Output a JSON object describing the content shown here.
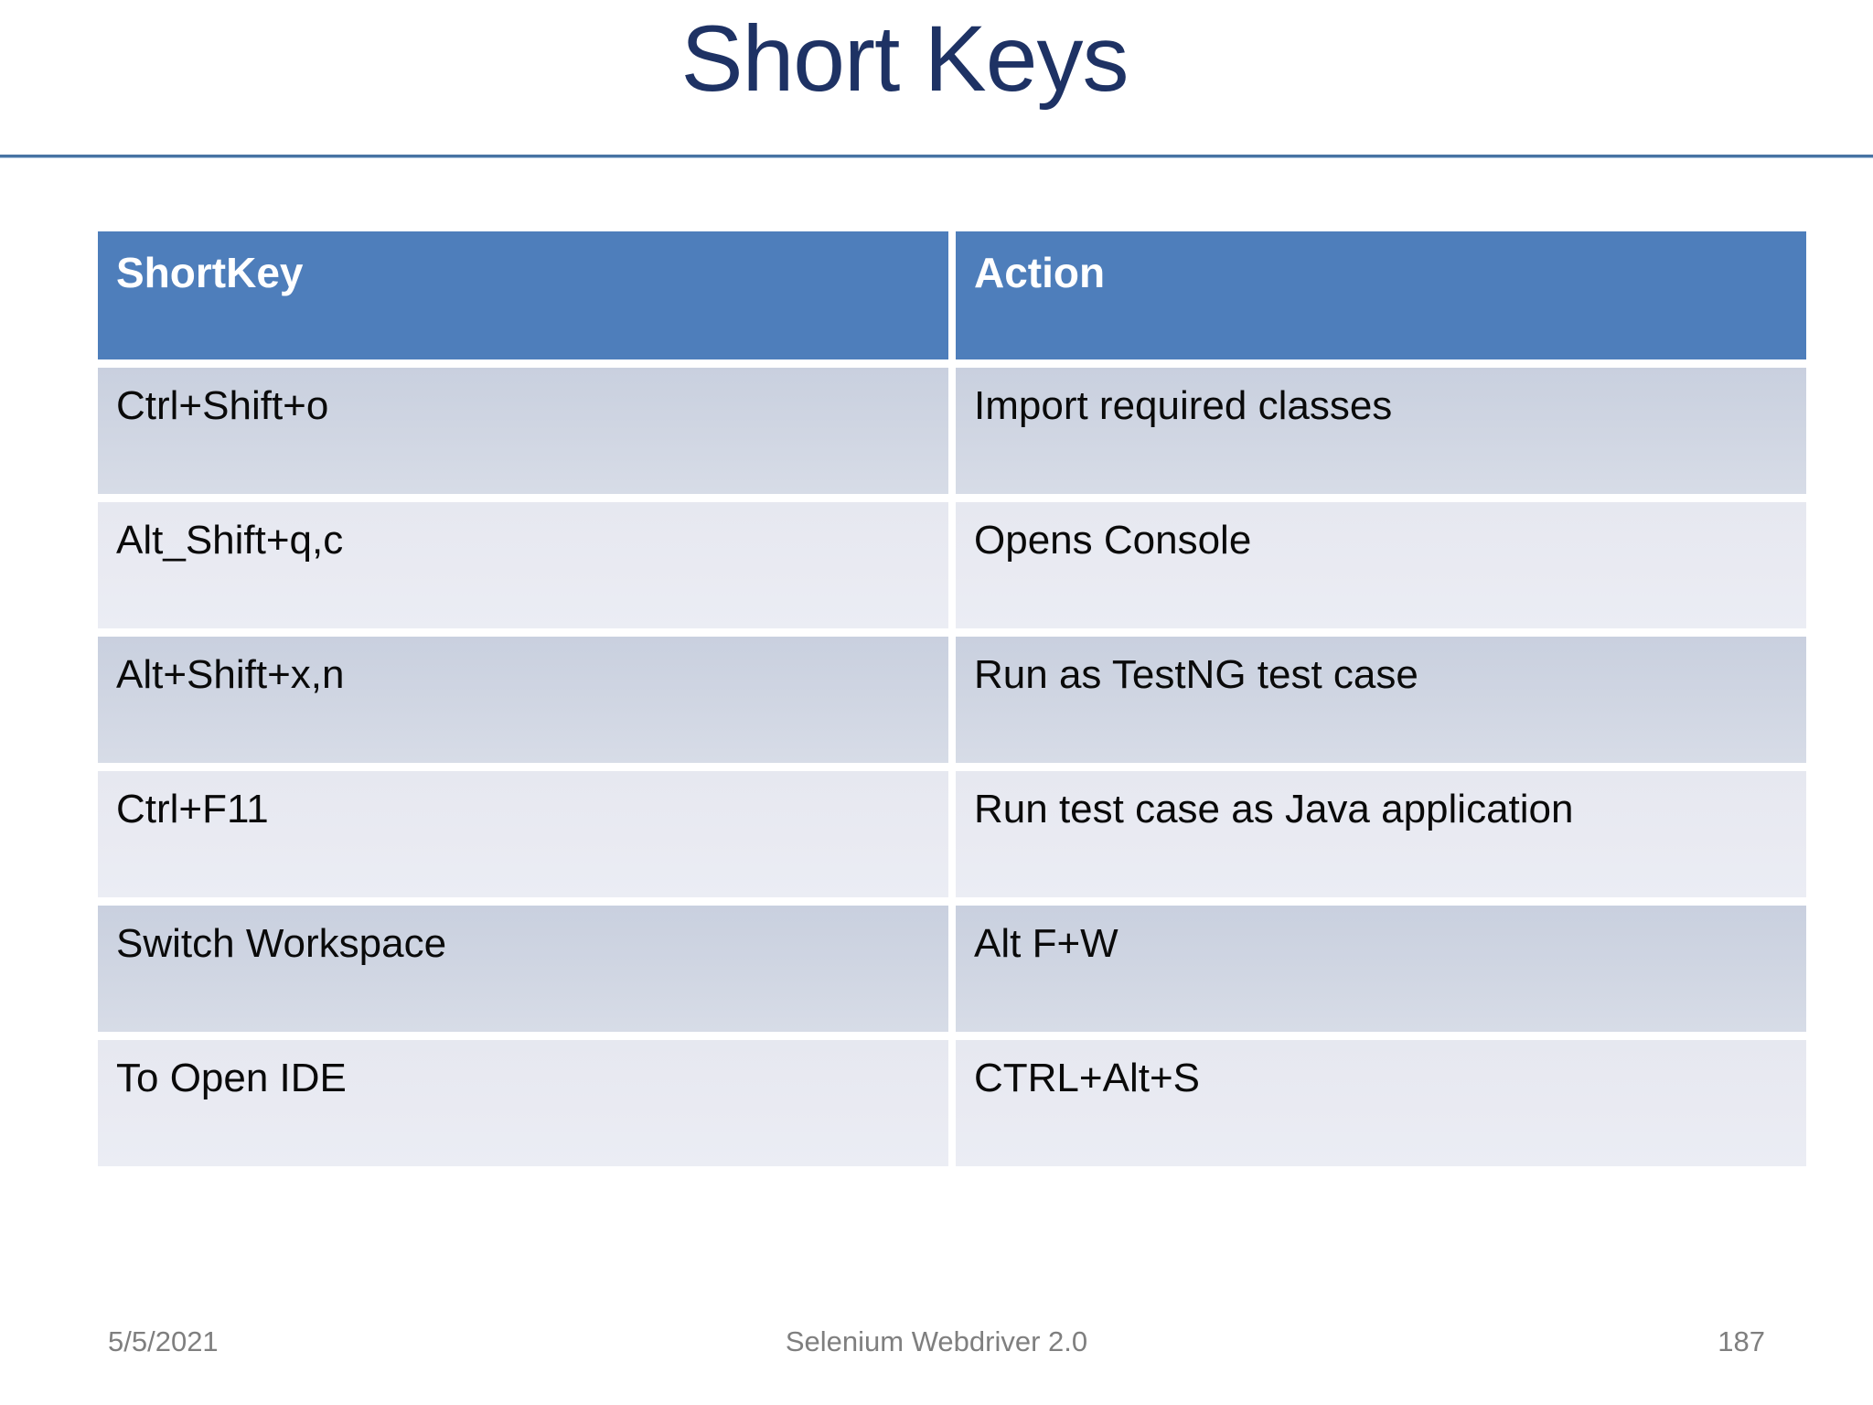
{
  "slide": {
    "title": "Short Keys",
    "footer": {
      "date": "5/5/2021",
      "deck_title": "Selenium Webdriver 2.0",
      "page_number": "187"
    }
  },
  "table": {
    "headers": [
      "ShortKey",
      "Action"
    ],
    "rows": [
      {
        "shortkey": "Ctrl+Shift+o",
        "action": "Import required classes"
      },
      {
        "shortkey": "Alt_Shift+q,c",
        "action": "Opens Console"
      },
      {
        "shortkey": "Alt+Shift+x,n",
        "action": "Run as TestNG test case"
      },
      {
        "shortkey": "Ctrl+F11",
        "action": "Run test case as Java application"
      },
      {
        "shortkey": "Switch Workspace",
        "action": "Alt F+W"
      },
      {
        "shortkey": "To Open IDE",
        "action": "CTRL+Alt+S"
      }
    ]
  },
  "colors": {
    "header_bg": "#4E7EBB",
    "row_band_dark": "#CFD5E2",
    "row_band_light": "#E9EAF2",
    "title_color": "#1E3264",
    "divider_color": "#4773A3",
    "footer_color": "#7F7F7F"
  }
}
